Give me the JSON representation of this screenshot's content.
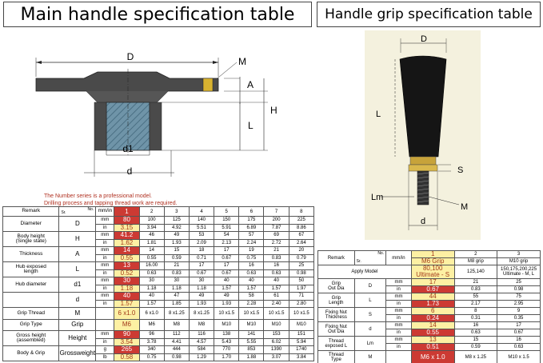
{
  "titles": {
    "main": "Main handle specification table",
    "grip": "Handle grip specification table"
  },
  "drawing_labels": {
    "left": {
      "D": "D",
      "M": "M",
      "A": "A",
      "H": "H",
      "L": "L",
      "d1": "d1",
      "d": "d"
    },
    "right": {
      "D": "D",
      "L": "L",
      "S": "S",
      "Lm": "Lm",
      "M": "M",
      "d": "d"
    }
  },
  "notes": [
    "The Number series is a professional model.",
    "Drilling process and tapping thread work are required."
  ],
  "main_table": {
    "header": {
      "remark": "Remark",
      "no": "No.",
      "sr": "Sr.",
      "unit": "mm/in",
      "cols": [
        "1",
        "2",
        "3",
        "4",
        "5",
        "6",
        "7",
        "8"
      ]
    },
    "rows": [
      {
        "label": "Diameter",
        "sym": "D",
        "unit": "mm",
        "values": [
          "80",
          "100",
          "125",
          "140",
          "150",
          "175",
          "200",
          "225"
        ]
      },
      {
        "unit": "in",
        "values": [
          "3.15",
          "3.94",
          "4.92",
          "5.51",
          "5.91",
          "6.89",
          "7.87",
          "8.86"
        ]
      },
      {
        "label": "Body height\n(Single state)",
        "sym": "H",
        "unit": "mm",
        "values": [
          "41.2",
          "46",
          "49",
          "53",
          "54",
          "57",
          "69",
          "67"
        ]
      },
      {
        "unit": "in",
        "values": [
          "1.62",
          "1.81",
          "1.93",
          "2.09",
          "2.13",
          "2.24",
          "2.72",
          "2.64"
        ]
      },
      {
        "label": "Thickness",
        "sym": "A",
        "unit": "mm",
        "values": [
          "14",
          "14",
          "15",
          "18",
          "17",
          "19",
          "21",
          "20"
        ]
      },
      {
        "unit": "in",
        "values": [
          "0.55",
          "0.55",
          "0.59",
          "0.71",
          "0.67",
          "0.75",
          "0.83",
          "0.79"
        ]
      },
      {
        "label": "Hub exposed\nlength",
        "sym": "L",
        "unit": "mm",
        "values": [
          "13",
          "16.00",
          "21",
          "17",
          "17",
          "16",
          "16",
          "25"
        ]
      },
      {
        "unit": "in",
        "values": [
          "0.52",
          "0.63",
          "0.83",
          "0.67",
          "0.67",
          "0.63",
          "0.63",
          "0.98"
        ]
      },
      {
        "label": "Hub diameter",
        "sym": "d1",
        "unit": "mm",
        "values": [
          "30",
          "30",
          "30",
          "30",
          "40",
          "40",
          "40",
          "50"
        ]
      },
      {
        "unit": "in",
        "values": [
          "1.18",
          "1.18",
          "1.18",
          "1.18",
          "1.57",
          "1.57",
          "1.57",
          "1.97"
        ]
      },
      {
        "label": "",
        "sym": "d",
        "unit": "mm",
        "values": [
          "40",
          "40",
          "47",
          "49",
          "49",
          "58",
          "61",
          "71"
        ]
      },
      {
        "unit": "in",
        "values": [
          "1.57",
          "1.57",
          "1.85",
          "1.93",
          "1.93",
          "2.28",
          "2.40",
          "2.80"
        ]
      },
      {
        "label": "Grip Thread",
        "sym": "M",
        "values": [
          "6 x1.0",
          "6 x1.0",
          "8 x1.25",
          "8 x1.25",
          "10 x1.5",
          "10 x1.5",
          "10 x1.5",
          "10 x1.5"
        ]
      },
      {
        "label": "Grip Type",
        "sym": "Grip",
        "values": [
          "M6",
          "M6",
          "M8",
          "M8",
          "M10",
          "M10",
          "M10",
          "M10"
        ]
      },
      {
        "label": "Gross height\n(assembled)",
        "sym": "Height",
        "unit": "mm",
        "values": [
          "90",
          "96",
          "112",
          "116",
          "138",
          "141",
          "153",
          "151"
        ]
      },
      {
        "unit": "in",
        "values": [
          "3.54",
          "3.78",
          "4.41",
          "4.57",
          "5.43",
          "5.55",
          "6.02",
          "5.94"
        ]
      },
      {
        "label": "Body & Grip",
        "sym": "Grossweight",
        "unit": "g",
        "values": [
          "265",
          "340",
          "444",
          "584",
          "770",
          "853",
          "1390",
          "1740"
        ]
      },
      {
        "unit": "lb",
        "values": [
          "0.58",
          "0.75",
          "0.98",
          "1.29",
          "1.70",
          "1.88",
          "3.07",
          "3.84"
        ]
      }
    ]
  },
  "grip_table": {
    "header": {
      "remark": "Remark",
      "no": "No.",
      "sr": "Sr.",
      "unit": "mm/in",
      "cols": [
        "1",
        "2",
        "3"
      ]
    },
    "names": [
      "M6 Grip",
      "M8 grip",
      "M10 grip"
    ],
    "apply_label": "Apply Model",
    "apply": [
      "80,100\nUltimate - S",
      "125,140",
      "150,175,200,225\nUltimate - M, L"
    ],
    "rows": [
      {
        "label": "Grip\nOut Dia",
        "sym": "D",
        "unit": "mm",
        "values": [
          "17",
          "21",
          "25"
        ]
      },
      {
        "unit": "in",
        "values": [
          "0.67",
          "0.83",
          "0.98"
        ]
      },
      {
        "label": "Grip\nLength",
        "sym": "L",
        "unit": "mm",
        "values": [
          "44",
          "55",
          "75"
        ]
      },
      {
        "unit": "in",
        "values": [
          "1.73",
          "2.17",
          "2.95"
        ]
      },
      {
        "label": "Fixing Nut\nThickness",
        "sym": "S",
        "unit": "mm",
        "values": [
          "6",
          "8",
          "9"
        ]
      },
      {
        "unit": "in",
        "values": [
          "0.24",
          "0.31",
          "0.35"
        ]
      },
      {
        "label": "Fixing Nut\nOut Dia",
        "sym": "d",
        "unit": "mm",
        "values": [
          "14",
          "16",
          "17"
        ]
      },
      {
        "unit": "in",
        "values": [
          "0.55",
          "0.63",
          "0.67"
        ]
      },
      {
        "label": "Thread\nexposed L",
        "sym": "Lm",
        "unit": "mm",
        "values": [
          "13",
          "15",
          "16"
        ]
      },
      {
        "unit": "in",
        "values": [
          "0.51",
          "0.59",
          "0.63"
        ]
      },
      {
        "label": "Thread\nType",
        "sym": "M",
        "values": [
          "M6 x 1.0",
          "M8 x 1.25",
          "M10 x 1.5"
        ]
      }
    ]
  },
  "colors": {
    "highlight_dark": "#cc3a33",
    "highlight_light": "#fdf0a3",
    "note": "#b03020",
    "grip_bg": "#f4f1de"
  }
}
